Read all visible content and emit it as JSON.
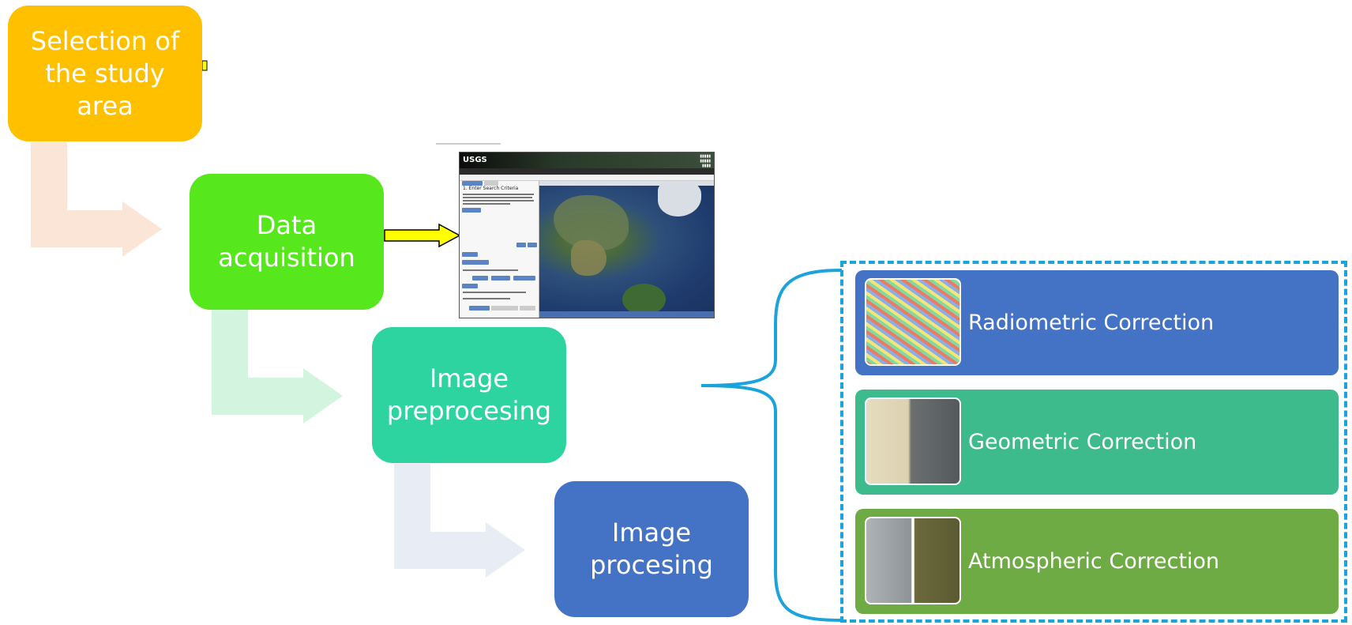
{
  "steps": [
    {
      "lines": [
        "Selection of",
        "the study",
        "area"
      ],
      "color": "#FFC000"
    },
    {
      "lines": [
        "Data",
        "acquisition"
      ],
      "color": "#56E81C"
    },
    {
      "lines": [
        "Image",
        "preprocesing"
      ],
      "color": "#2ED4A0"
    },
    {
      "lines": [
        "Image",
        "procesing"
      ],
      "color": "#4472C4"
    }
  ],
  "usgs": {
    "logo": "USGS",
    "panel_title": "1. Enter Search Criteria"
  },
  "corrections": [
    {
      "label": "Radiometric Correction",
      "color": "#4472C4"
    },
    {
      "label": "Geometric Correction",
      "color": "#3EBB8C"
    },
    {
      "label": "Atmospheric Correction",
      "color": "#6EAB45"
    }
  ],
  "colors": {
    "brace": "#1BA3DB",
    "arrow_yellow": "#FFFF00"
  }
}
